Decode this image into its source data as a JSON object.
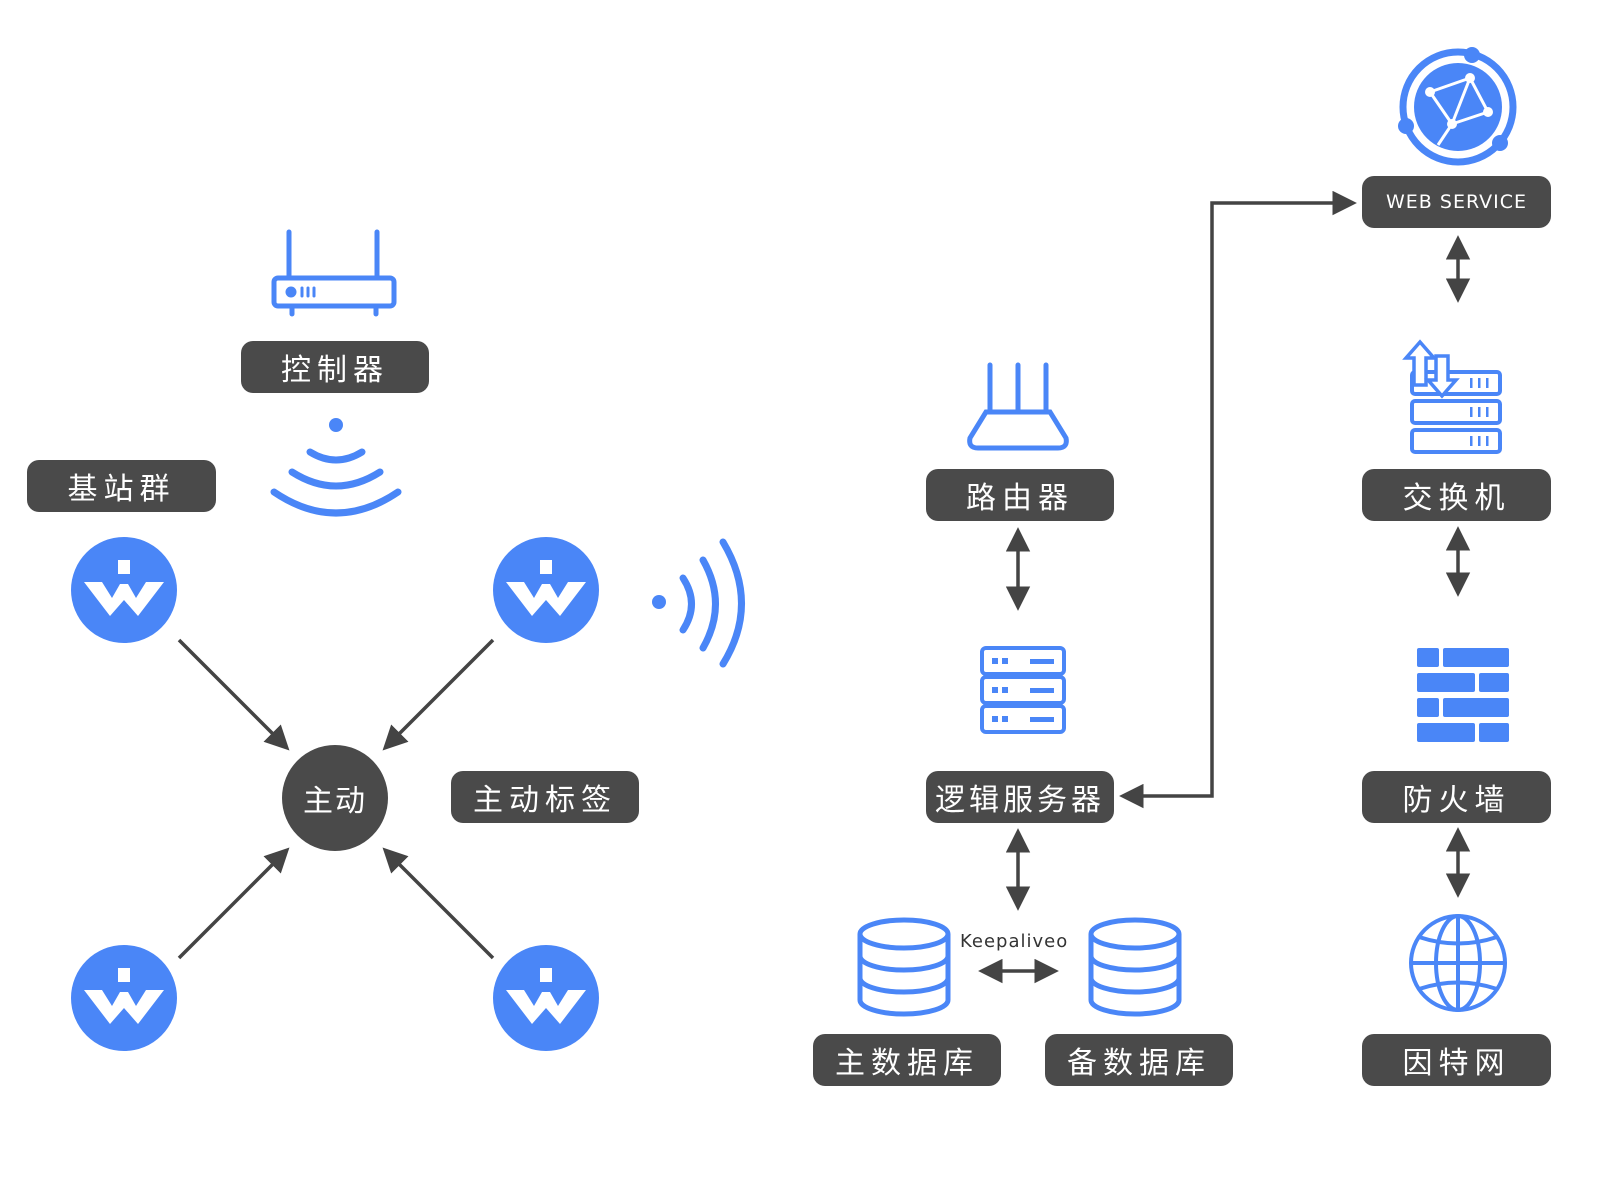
{
  "left": {
    "controller_label": "控制器",
    "basestation_label": "基站群",
    "hub_label": "主动",
    "active_tag_label": "主动标签"
  },
  "right": {
    "router_label": "路由器",
    "logic_server_label": "逻辑服务器",
    "master_db_label": "主数据库",
    "backup_db_label": "备数据库",
    "keepalive_label": "Keepaliveo",
    "web_service_label": "WEB SERVICE",
    "switch_label": "交换机",
    "firewall_label": "防火墙",
    "internet_label": "因特网"
  },
  "colors": {
    "accent_blue": "#4a86f7",
    "label_bg": "#4a4a4a",
    "arrow": "#444444",
    "background": "#ffffff"
  },
  "icons": [
    "router-icon",
    "wifi-signal-icon",
    "beacon-icon",
    "server-rack-icon",
    "database-icon",
    "globe-network-icon",
    "switch-icon",
    "firewall-icon",
    "globe-icon"
  ]
}
